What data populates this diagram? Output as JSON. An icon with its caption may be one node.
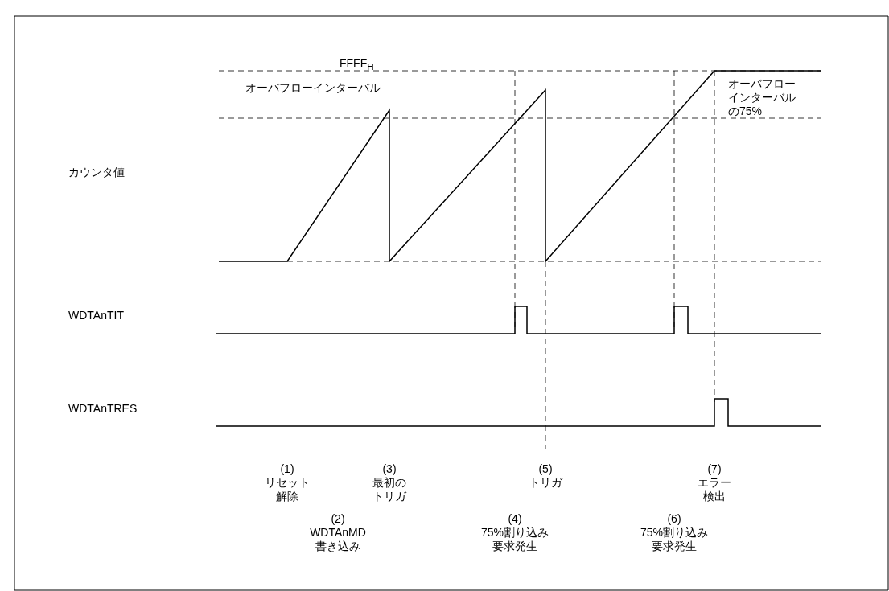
{
  "diagram": {
    "labels": [
      "FFFF$_{H}$",
      "オーバフローインターバル",
      "オーバフローインターバルの75%",
      "カウンタ値",
      "WDTAnTIT",
      "WDTAnTRES",
      "(1)",
      "リセット解除",
      "(3)",
      "最初のトリガ",
      "(5)",
      "トリガ",
      "(7)",
      "エラー検出",
      "(2)",
      "WDTAnMD書き込み",
      "(4)",
      "75%割り込み要求発生",
      "(6)",
      "75%割り込み要求発生"
    ]
  }
}
